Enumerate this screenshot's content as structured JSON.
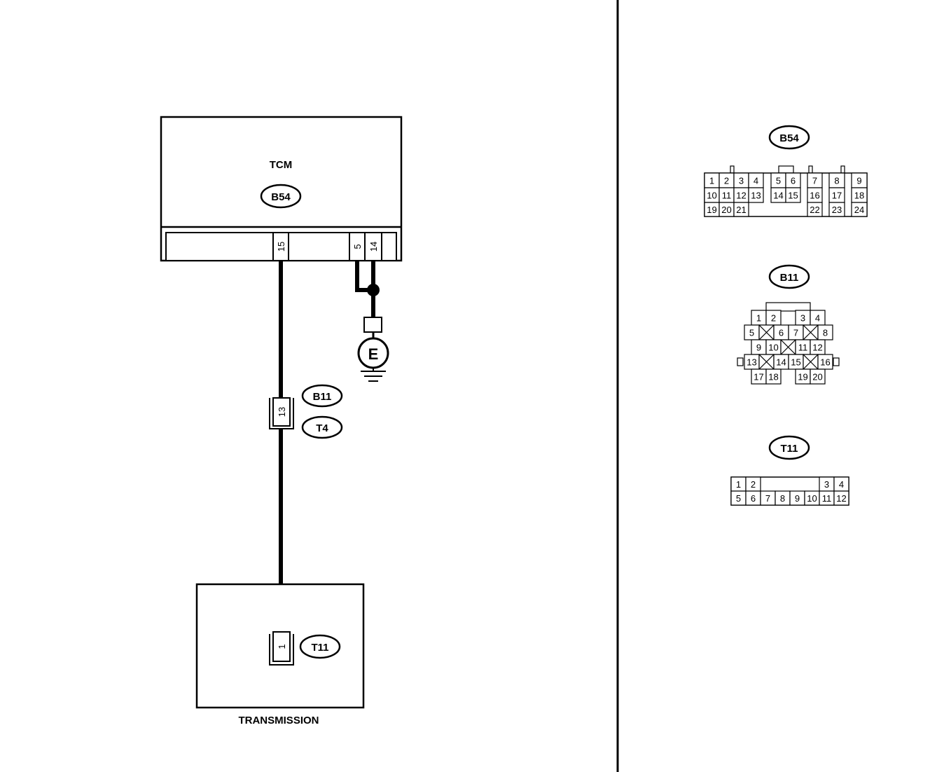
{
  "colors": {
    "line": "#000000",
    "background": "#ffffff"
  },
  "tcm": {
    "title": "TCM",
    "connector": "B54",
    "pin_signal": "15",
    "pin_ground_a": "5",
    "pin_ground_b": "14"
  },
  "ground": {
    "symbol": "E"
  },
  "joint": {
    "pin": "13",
    "connector_a": "B11",
    "connector_b": "T4"
  },
  "transmission": {
    "label": "TRANSMISSION",
    "connector": "T11",
    "pin": "1"
  },
  "connector_views": {
    "b54": {
      "label": "B54",
      "rows": [
        [
          "1",
          "2",
          "3",
          "4",
          "5",
          "6",
          "7",
          "8",
          "9"
        ],
        [
          "10",
          "11",
          "12",
          "13",
          "14",
          "15",
          "16",
          "17",
          "18"
        ],
        [
          "19",
          "20",
          "21",
          "22",
          "23",
          "24"
        ]
      ]
    },
    "b11": {
      "label": "B11",
      "rows": [
        [
          "1",
          "2",
          "3",
          "4"
        ],
        [
          "5",
          "6",
          "7",
          "8"
        ],
        [
          "9",
          "10",
          "11",
          "12"
        ],
        [
          "13",
          "14",
          "15",
          "16"
        ],
        [
          "17",
          "18",
          "19",
          "20"
        ]
      ]
    },
    "t11": {
      "label": "T11",
      "rows": [
        [
          "1",
          "2",
          "3",
          "4"
        ],
        [
          "5",
          "6",
          "7",
          "8",
          "9",
          "10",
          "11",
          "12"
        ]
      ]
    }
  }
}
